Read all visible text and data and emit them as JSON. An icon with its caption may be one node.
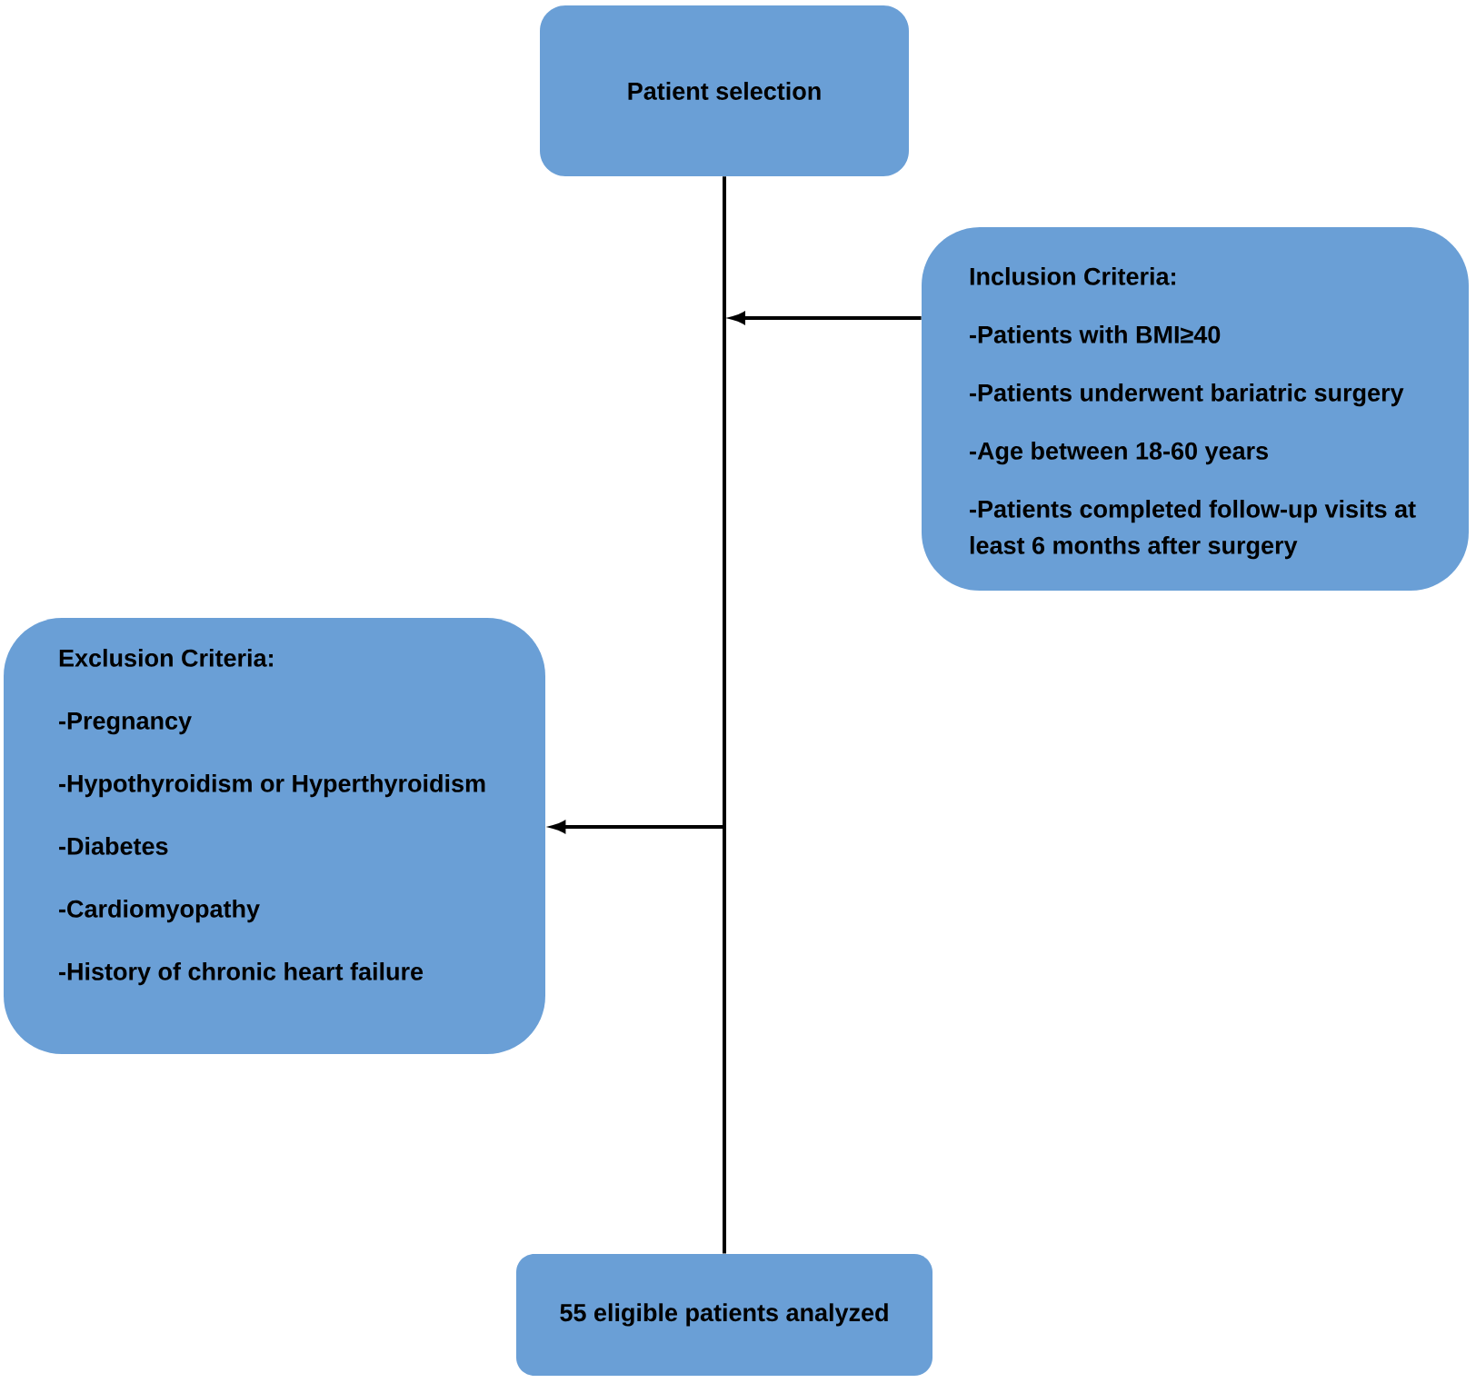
{
  "diagram": {
    "nodes": [
      {
        "text": [
          "Patient selection"
        ]
      },
      {
        "text": [
          "Inclusion Criteria:",
          "-Patients with BMI≥40",
          "-Patients underwent bariatric surgery",
          "-Age between 18-60 years",
          "-Patients completed follow-up visits at least 6 months after surgery"
        ]
      },
      {
        "text": [
          "Exclusion Criteria:",
          "-Pregnancy",
          "-Hypothyroidism or Hyperthyroidism",
          "-Diabetes",
          "-Cardiomyopathy",
          "-History of chronic heart failure"
        ]
      },
      {
        "text": [
          "55 eligible patients analyzed"
        ]
      }
    ],
    "edges": [
      {
        "from": 0,
        "to": 3,
        "arrow": "none"
      },
      {
        "from": 1,
        "to": null,
        "arrow": "to"
      },
      {
        "from": 0,
        "to": 2,
        "arrow": "to"
      }
    ]
  }
}
